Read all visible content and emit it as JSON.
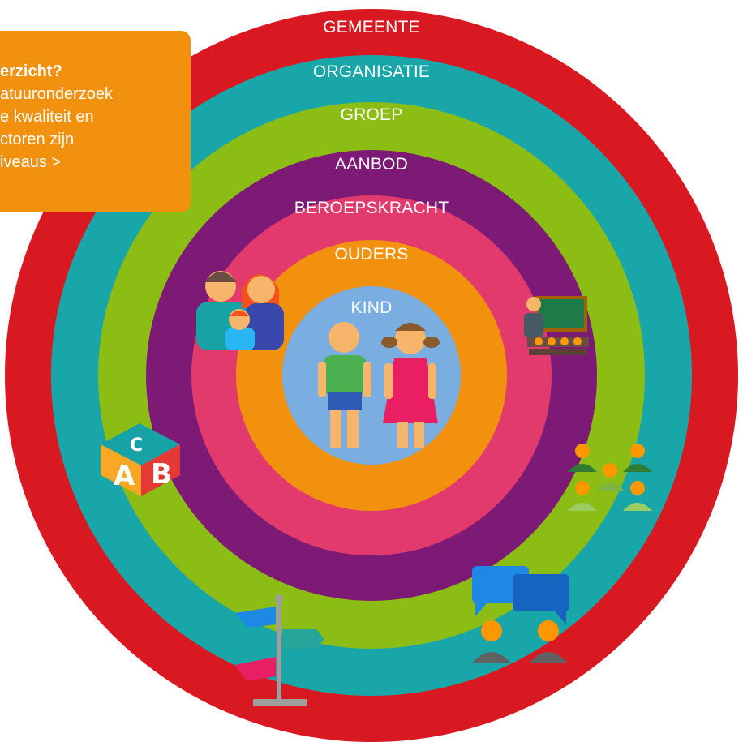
{
  "colors": {
    "gemeente": "#d91921",
    "organisatie": "#19a6a9",
    "groep": "#8cbd14",
    "aanbod": "#7d1a76",
    "beroepskracht": "#e33a6e",
    "ouders": "#f2910d",
    "kind": "#7aaee0",
    "callout": "#f2910d"
  },
  "rings": [
    {
      "key": "gemeente",
      "label": "GEMEENTE"
    },
    {
      "key": "organisatie",
      "label": "ORGANISATIE"
    },
    {
      "key": "groep",
      "label": "GROEP"
    },
    {
      "key": "aanbod",
      "label": "AANBOD"
    },
    {
      "key": "beroepskracht",
      "label": "BEROEPSKRACHT"
    },
    {
      "key": "ouders",
      "label": "OUDERS"
    },
    {
      "key": "kind",
      "label": "KIND"
    }
  ],
  "callout": {
    "lines": [
      "erzicht?",
      "atuuronderzoek",
      "e kwaliteit en",
      "ctoren zijn",
      "iveaus >"
    ]
  },
  "icons": [
    "family-icon",
    "teacher-blackboard-icon",
    "children-icon",
    "abc-block-icon",
    "group-people-icon",
    "signpost-icon",
    "conversation-icon"
  ]
}
